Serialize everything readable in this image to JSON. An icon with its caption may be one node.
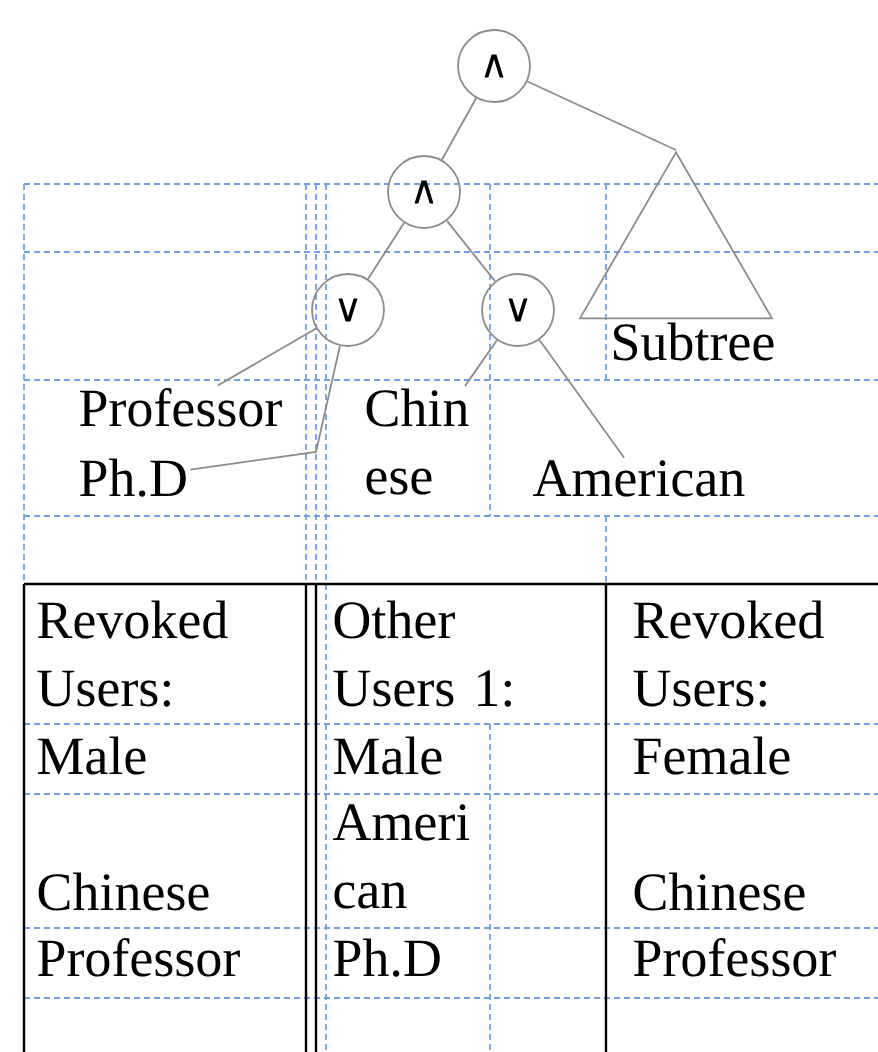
{
  "diagram": {
    "nodes": [
      {
        "text": [
          "∧"
        ]
      },
      {
        "text": [
          "∧"
        ]
      },
      {
        "text": [
          "∨"
        ]
      },
      {
        "text": [
          "∨"
        ]
      },
      {
        "text": [],
        "shape": "triangle",
        "beside": [
          "Subtree"
        ]
      },
      {
        "text": [
          "Professor"
        ]
      },
      {
        "text": [
          "Ph.D"
        ]
      },
      {
        "text": [
          "Chin ese"
        ]
      },
      {
        "text": [
          "American"
        ]
      }
    ],
    "edges": [
      {
        "from": 0,
        "to": 1,
        "arrow": "none"
      },
      {
        "from": 0,
        "to": 4,
        "arrow": "none"
      },
      {
        "from": 1,
        "to": 2,
        "arrow": "none"
      },
      {
        "from": 1,
        "to": 3,
        "arrow": "none"
      },
      {
        "from": 2,
        "to": 5,
        "arrow": "none"
      },
      {
        "from": 2,
        "to": 6,
        "arrow": "none"
      },
      {
        "from": 3,
        "to": 7,
        "arrow": "none"
      },
      {
        "from": 3,
        "to": 8,
        "arrow": "none"
      }
    ],
    "labels": [
      "Revoked Users:",
      "Other Users 1:",
      "Revoked Users:",
      "Male",
      "Male",
      "Female",
      "Chinese",
      "Ameri can",
      "Chinese",
      "Professor",
      "Ph.D",
      "Professor"
    ]
  }
}
